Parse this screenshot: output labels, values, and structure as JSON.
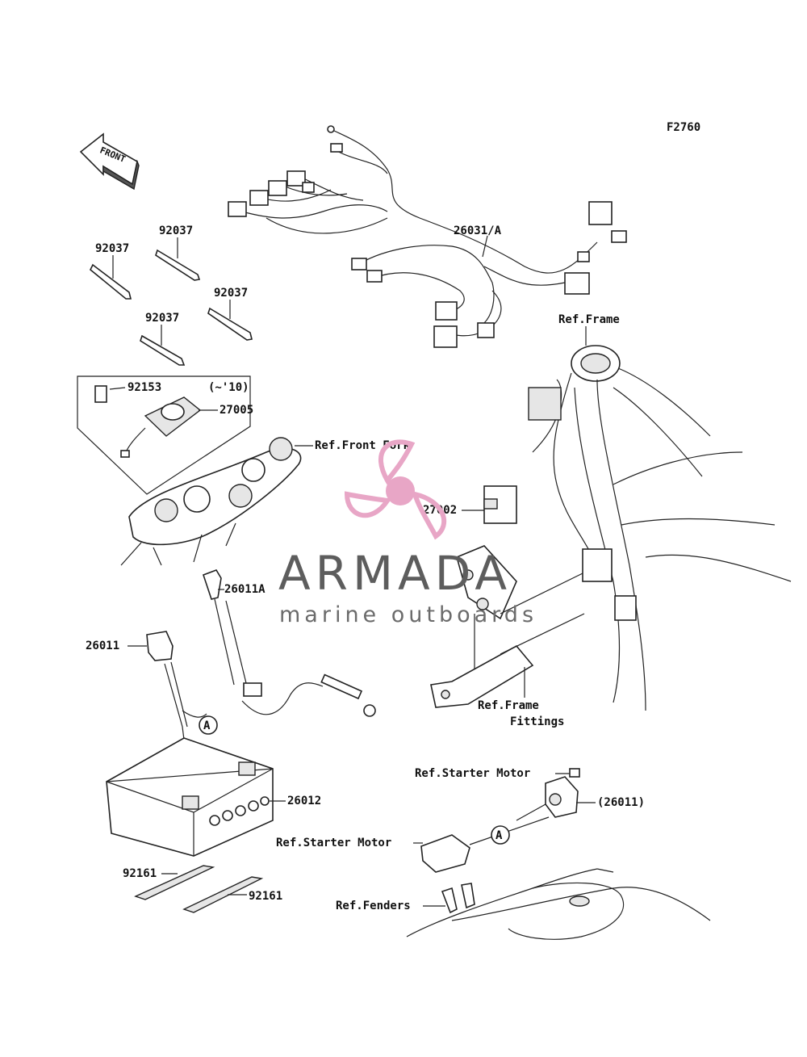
{
  "figure_id": "F2760",
  "front_label": "FRONT",
  "watermark": {
    "brand": "ARMADA",
    "tagline": "marine outboards",
    "logo_color": "#e8a6c6",
    "text_color": "#5d5d5d"
  },
  "labels": {
    "harness": "26031/A",
    "band_1": "92037",
    "band_2": "92037",
    "band_3": "92037",
    "band_4": "92037",
    "bolt": "92153",
    "year_note": "(~'10)",
    "switch": "27005",
    "ref_front_fork": "Ref.Front Fork",
    "ref_frame": "Ref.Frame",
    "relay": "27002",
    "lead_26011a": "26011A",
    "lead_26011": "26011",
    "battery": "26012",
    "ref_frame_fittings_1": "Ref.Frame",
    "ref_frame_fittings_2": "Fittings",
    "ref_starter_motor_1": "Ref.Starter Motor",
    "ref_starter_motor_2": "Ref.Starter Motor",
    "lead_26011_paren": "(26011)",
    "pad_1": "92161",
    "pad_2": "92161",
    "ref_fenders": "Ref.Fenders",
    "callout_a_1": "A",
    "callout_a_2": "A"
  }
}
